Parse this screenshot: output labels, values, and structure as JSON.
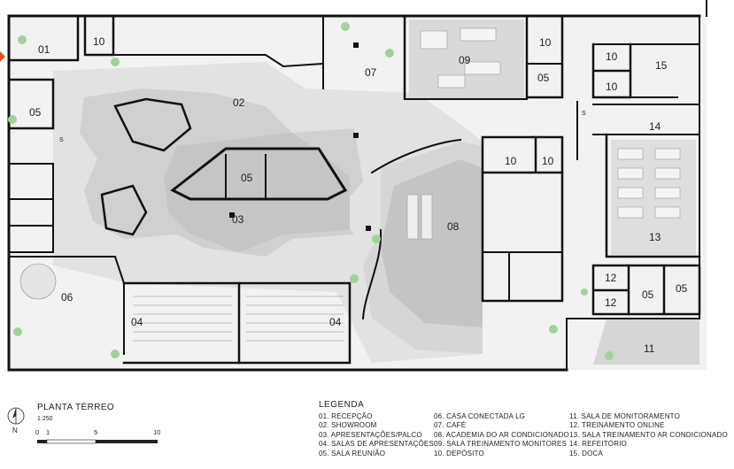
{
  "rooms": {
    "r01": "01",
    "r02": "02",
    "r03": "03",
    "r04a": "04",
    "r04b": "04",
    "r05a": "05",
    "r05b": "05",
    "r05c": "05",
    "r05d": "05",
    "r05e": "05",
    "r06": "06",
    "r07": "07",
    "r08": "08",
    "r09": "09",
    "r10a": "10",
    "r10b": "10",
    "r10c": "10",
    "r10d": "10",
    "r10e": "10",
    "r10f": "10",
    "r11": "11",
    "r12a": "12",
    "r12b": "12",
    "r13": "13",
    "r14": "14",
    "r15": "15",
    "stair_s1": "S",
    "stair_s2": "S"
  },
  "plan": {
    "title": "PLANTA TÉRREO",
    "scale": "1:250",
    "north": "N",
    "scale_ticks": [
      "0",
      "1",
      "5",
      "10"
    ]
  },
  "legend": {
    "title": "LEGENDA",
    "col1": [
      "01. RECEPÇÃO",
      "02. SHOWROOM",
      "03. APRESENTAÇÕES/PALCO",
      "04. SALAS DE APRESENTAÇÕES",
      "05. SALA REUNIÃO"
    ],
    "col2": [
      "06. CASA CONECTADA LG",
      "07. CAFÉ",
      "08. ACADEMIA DO AR CONDICIONADO",
      "09. SALA TREINAMENTO MONITORES",
      "10. DEPÓSITO"
    ],
    "col3": [
      "11. SALA DE MONITORAMENTO",
      "12. TREINAMENTO ONLINE",
      "13. SALA TREINAMENTO AR CONDICIONADO",
      "14. REFEITÓRIO",
      "15. DOCA"
    ]
  },
  "colors": {
    "wall": "#111111",
    "floor_light": "#e6e6e6",
    "floor_mid": "#cfcfcf",
    "floor_dark": "#b5b5b5",
    "plant": "#9fd39a",
    "entrance_arrow": "#e0522a"
  }
}
